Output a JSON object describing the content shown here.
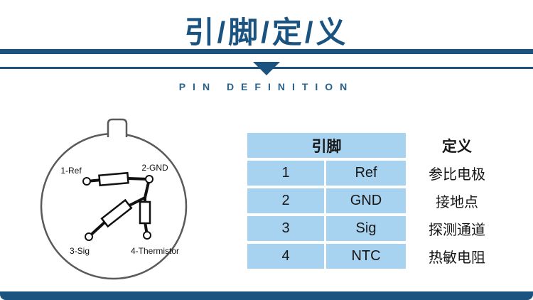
{
  "header": {
    "title": "引/脚/定/义",
    "subtitle": "PIN DEFINITION"
  },
  "diagram": {
    "pin1": "1-Ref",
    "pin2": "2-GND",
    "pin3": "3-Sig",
    "pin4": "4-Thermistor"
  },
  "table": {
    "header": {
      "pin": "引脚",
      "definition": "定义"
    },
    "rows": [
      {
        "num": "1",
        "name": "Ref",
        "def": "参比电极"
      },
      {
        "num": "2",
        "name": "GND",
        "def": "接地点"
      },
      {
        "num": "3",
        "name": "Sig",
        "def": "探测通道"
      },
      {
        "num": "4",
        "name": "NTC",
        "def": "热敏电阻"
      }
    ]
  },
  "colors": {
    "accent": "#1a5380",
    "light_blue": "#a8d3f0"
  }
}
